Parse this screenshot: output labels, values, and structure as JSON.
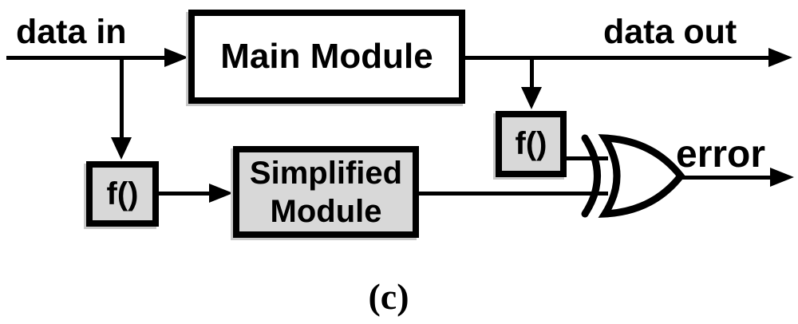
{
  "figure": {
    "caption": "(c)",
    "labels": {
      "data_in": "data in",
      "data_out": "data out",
      "error": "error"
    },
    "blocks": {
      "main_module": {
        "label": "Main Module"
      },
      "simplified_module": {
        "line1": "Simplified",
        "line2": "Module"
      },
      "f_left": {
        "label": "f()"
      },
      "f_right": {
        "label": "f()"
      }
    },
    "gate": {
      "type": "XOR"
    },
    "colors": {
      "stroke": "#000000",
      "gray_fill": "#d8d8d8",
      "white_fill": "#ffffff",
      "shadow": "#c8c8c8"
    }
  }
}
